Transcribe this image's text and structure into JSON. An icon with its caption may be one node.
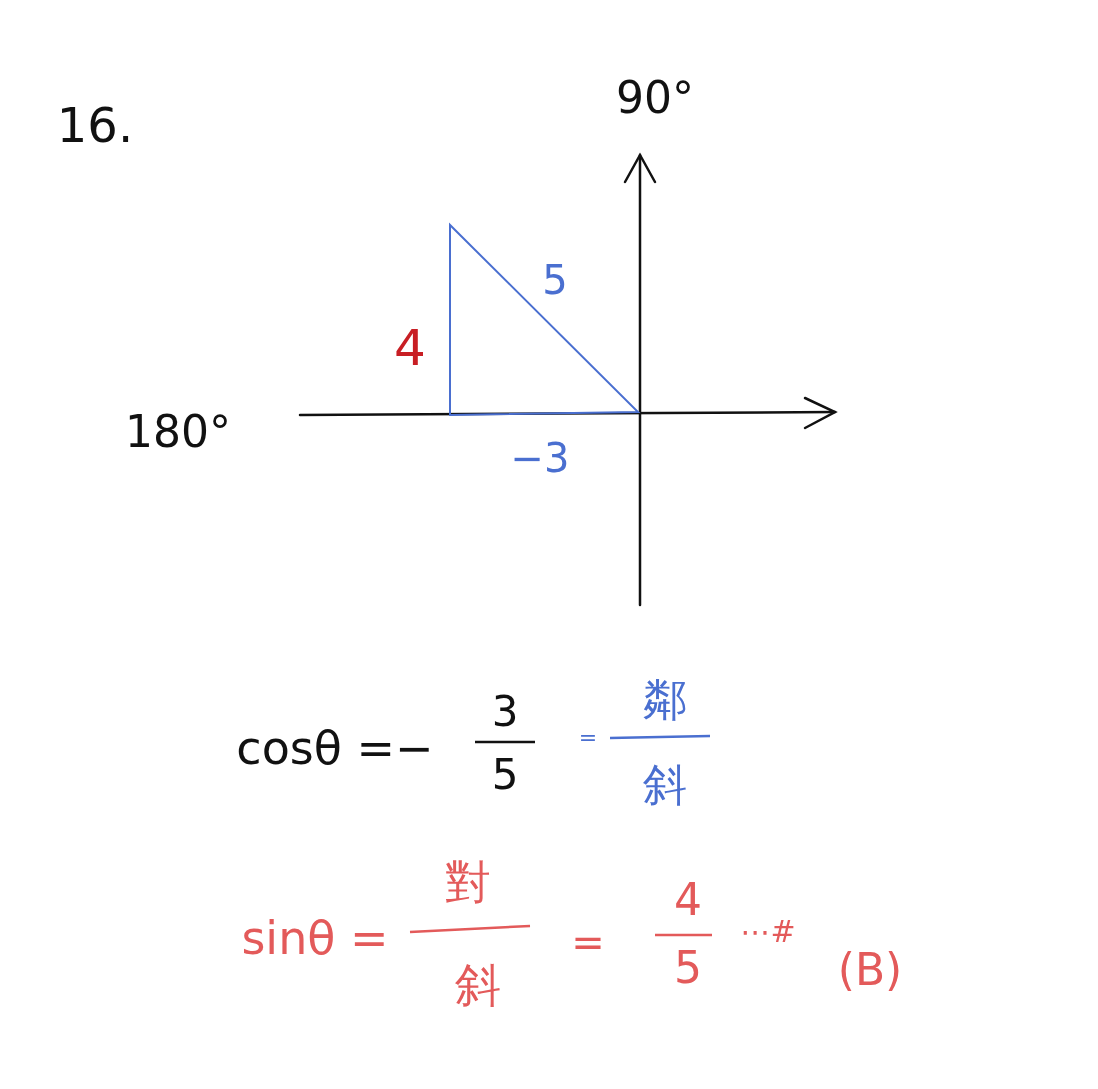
{
  "diagram": {
    "labels": [
      "16.",
      "90°",
      "180°",
      "5",
      "4",
      "−3",
      "cosθ =−",
      "3",
      "5",
      "=",
      "鄰",
      "斜",
      "sinθ =",
      "對",
      "斜",
      "=",
      "4",
      "5",
      "⋯#",
      "(B)"
    ]
  }
}
